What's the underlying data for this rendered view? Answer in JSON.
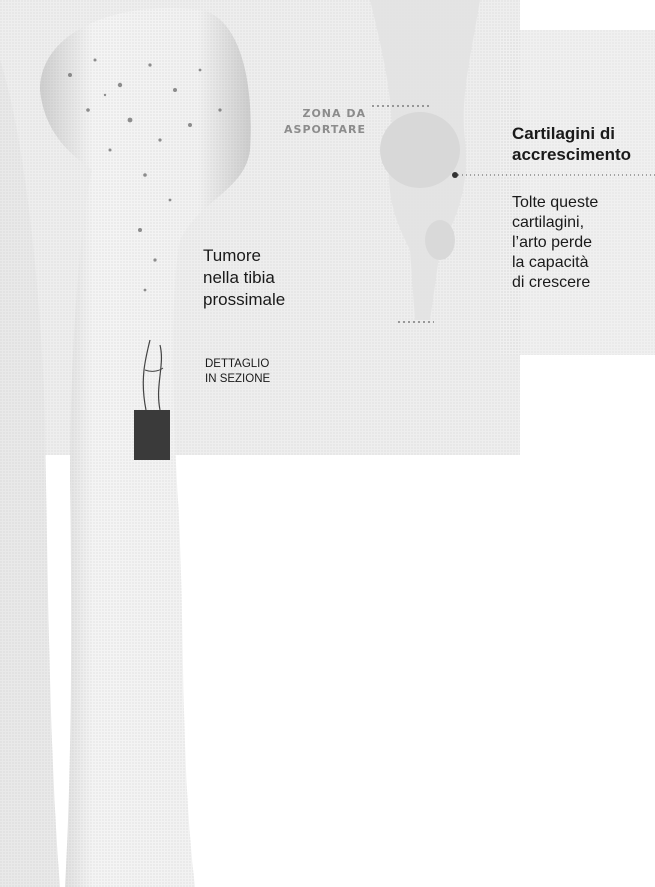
{
  "zone_label": [
    "ZONA DA",
    "ASPORTARE"
  ],
  "tumor_label": [
    "Tumore",
    "nella tibia",
    "prossimale"
  ],
  "section_label": [
    "DETTAGLIO",
    "IN SEZIONE"
  ],
  "cartilage_title": [
    "Cartilagini di",
    "accrescimento"
  ],
  "cartilage_text": [
    "Tolte queste",
    "cartilagini,",
    "l’arto perde",
    "la capacità",
    "di crescere"
  ],
  "colors": {
    "bone_fill": "#e6e6e6",
    "shadow": "#cfcfcf",
    "panel": "#ececec",
    "text": "#1a1a1a",
    "label_grey": "#8c8c8c",
    "section_dark": "#3a3a3a"
  }
}
